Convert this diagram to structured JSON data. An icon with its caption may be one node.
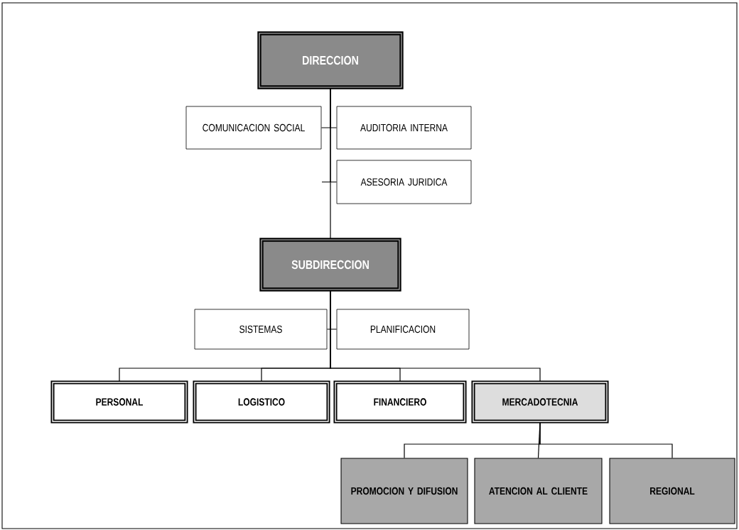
{
  "diagram": {
    "nodes": [
      {
        "text": [
          "DIRECCION"
        ]
      },
      {
        "text": [
          "COMUNICACION SOCIAL"
        ]
      },
      {
        "text": [
          "AUDITORIA INTERNA"
        ]
      },
      {
        "text": [
          "ASESORIA JURIDICA"
        ]
      },
      {
        "text": [
          "SUBDIRECCION"
        ]
      },
      {
        "text": [
          "SISTEMAS"
        ]
      },
      {
        "text": [
          "PLANIFICACION"
        ]
      },
      {
        "text": [
          "PERSONAL"
        ]
      },
      {
        "text": [
          "LOGISTICO"
        ]
      },
      {
        "text": [
          "FINANCIERO"
        ]
      },
      {
        "text": [
          "MERCADOTECNIA"
        ]
      },
      {
        "text": [
          "PROMOCION Y DIFUSION"
        ]
      },
      {
        "text": [
          "ATENCION AL CLIENTE"
        ]
      },
      {
        "text": [
          "REGIONAL"
        ]
      }
    ],
    "edges": [
      {
        "from": 0,
        "to": 1,
        "arrow": "none"
      },
      {
        "from": 0,
        "to": 2,
        "arrow": "none"
      },
      {
        "from": 0,
        "to": 3,
        "arrow": "none"
      },
      {
        "from": 0,
        "to": 4,
        "arrow": "none"
      },
      {
        "from": 4,
        "to": 5,
        "arrow": "none"
      },
      {
        "from": 4,
        "to": 6,
        "arrow": "none"
      },
      {
        "from": 4,
        "to": 7,
        "arrow": "none"
      },
      {
        "from": 4,
        "to": 8,
        "arrow": "none"
      },
      {
        "from": 4,
        "to": 9,
        "arrow": "none"
      },
      {
        "from": 4,
        "to": 10,
        "arrow": "none"
      },
      {
        "from": 10,
        "to": 11,
        "arrow": "none"
      },
      {
        "from": 10,
        "to": 12,
        "arrow": "none"
      },
      {
        "from": 10,
        "to": 13,
        "arrow": "none"
      }
    ]
  }
}
